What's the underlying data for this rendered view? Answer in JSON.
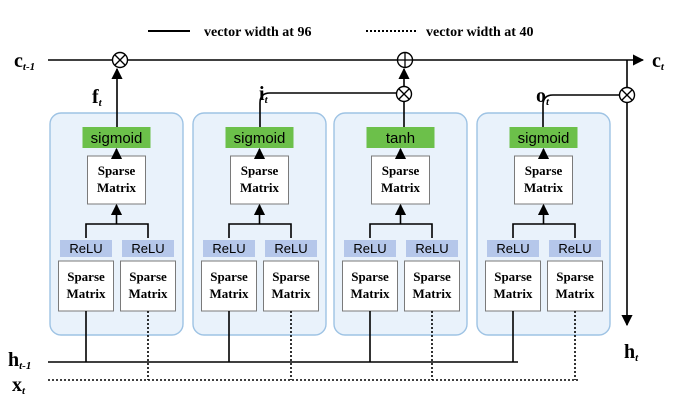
{
  "legend": {
    "solid_label": "vector width at 96",
    "dotted_label": "vector width at 40"
  },
  "signals": {
    "c_prev": {
      "base": "c",
      "sub": "t-1"
    },
    "c_next": {
      "base": "c",
      "sub": "t"
    },
    "h_prev": {
      "base": "h",
      "sub": "t-1"
    },
    "h_next": {
      "base": "h",
      "sub": "t"
    },
    "x_in": {
      "base": "x",
      "sub": "t"
    }
  },
  "gates": [
    {
      "output": {
        "base": "f",
        "sub": "t"
      },
      "activation": "sigmoid",
      "matrix_lines": [
        "Sparse",
        "Matrix"
      ],
      "branches": [
        {
          "activation": "ReLU",
          "matrix_lines": [
            "Sparse",
            "Matrix"
          ]
        },
        {
          "activation": "ReLU",
          "matrix_lines": [
            "Sparse",
            "Matrix"
          ]
        }
      ]
    },
    {
      "output": {
        "base": "i",
        "sub": "t"
      },
      "activation": "sigmoid",
      "matrix_lines": [
        "Sparse",
        "Matrix"
      ],
      "branches": [
        {
          "activation": "ReLU",
          "matrix_lines": [
            "Sparse",
            "Matrix"
          ]
        },
        {
          "activation": "ReLU",
          "matrix_lines": [
            "Sparse",
            "Matrix"
          ]
        }
      ]
    },
    {
      "output": {
        "base": "",
        "sub": ""
      },
      "activation": "tanh",
      "matrix_lines": [
        "Sparse",
        "Matrix"
      ],
      "branches": [
        {
          "activation": "ReLU",
          "matrix_lines": [
            "Sparse",
            "Matrix"
          ]
        },
        {
          "activation": "ReLU",
          "matrix_lines": [
            "Sparse",
            "Matrix"
          ]
        }
      ]
    },
    {
      "output": {
        "base": "o",
        "sub": "t"
      },
      "activation": "sigmoid",
      "matrix_lines": [
        "Sparse",
        "Matrix"
      ],
      "branches": [
        {
          "activation": "ReLU",
          "matrix_lines": [
            "Sparse",
            "Matrix"
          ]
        },
        {
          "activation": "ReLU",
          "matrix_lines": [
            "Sparse",
            "Matrix"
          ]
        }
      ]
    }
  ],
  "colors": {
    "gate_fill": "#e9f2fb",
    "gate_stroke": "#9ec3e4",
    "activation_fill": "#6cc04a",
    "relu_fill": "#b5c7ea",
    "line": "#000000"
  }
}
